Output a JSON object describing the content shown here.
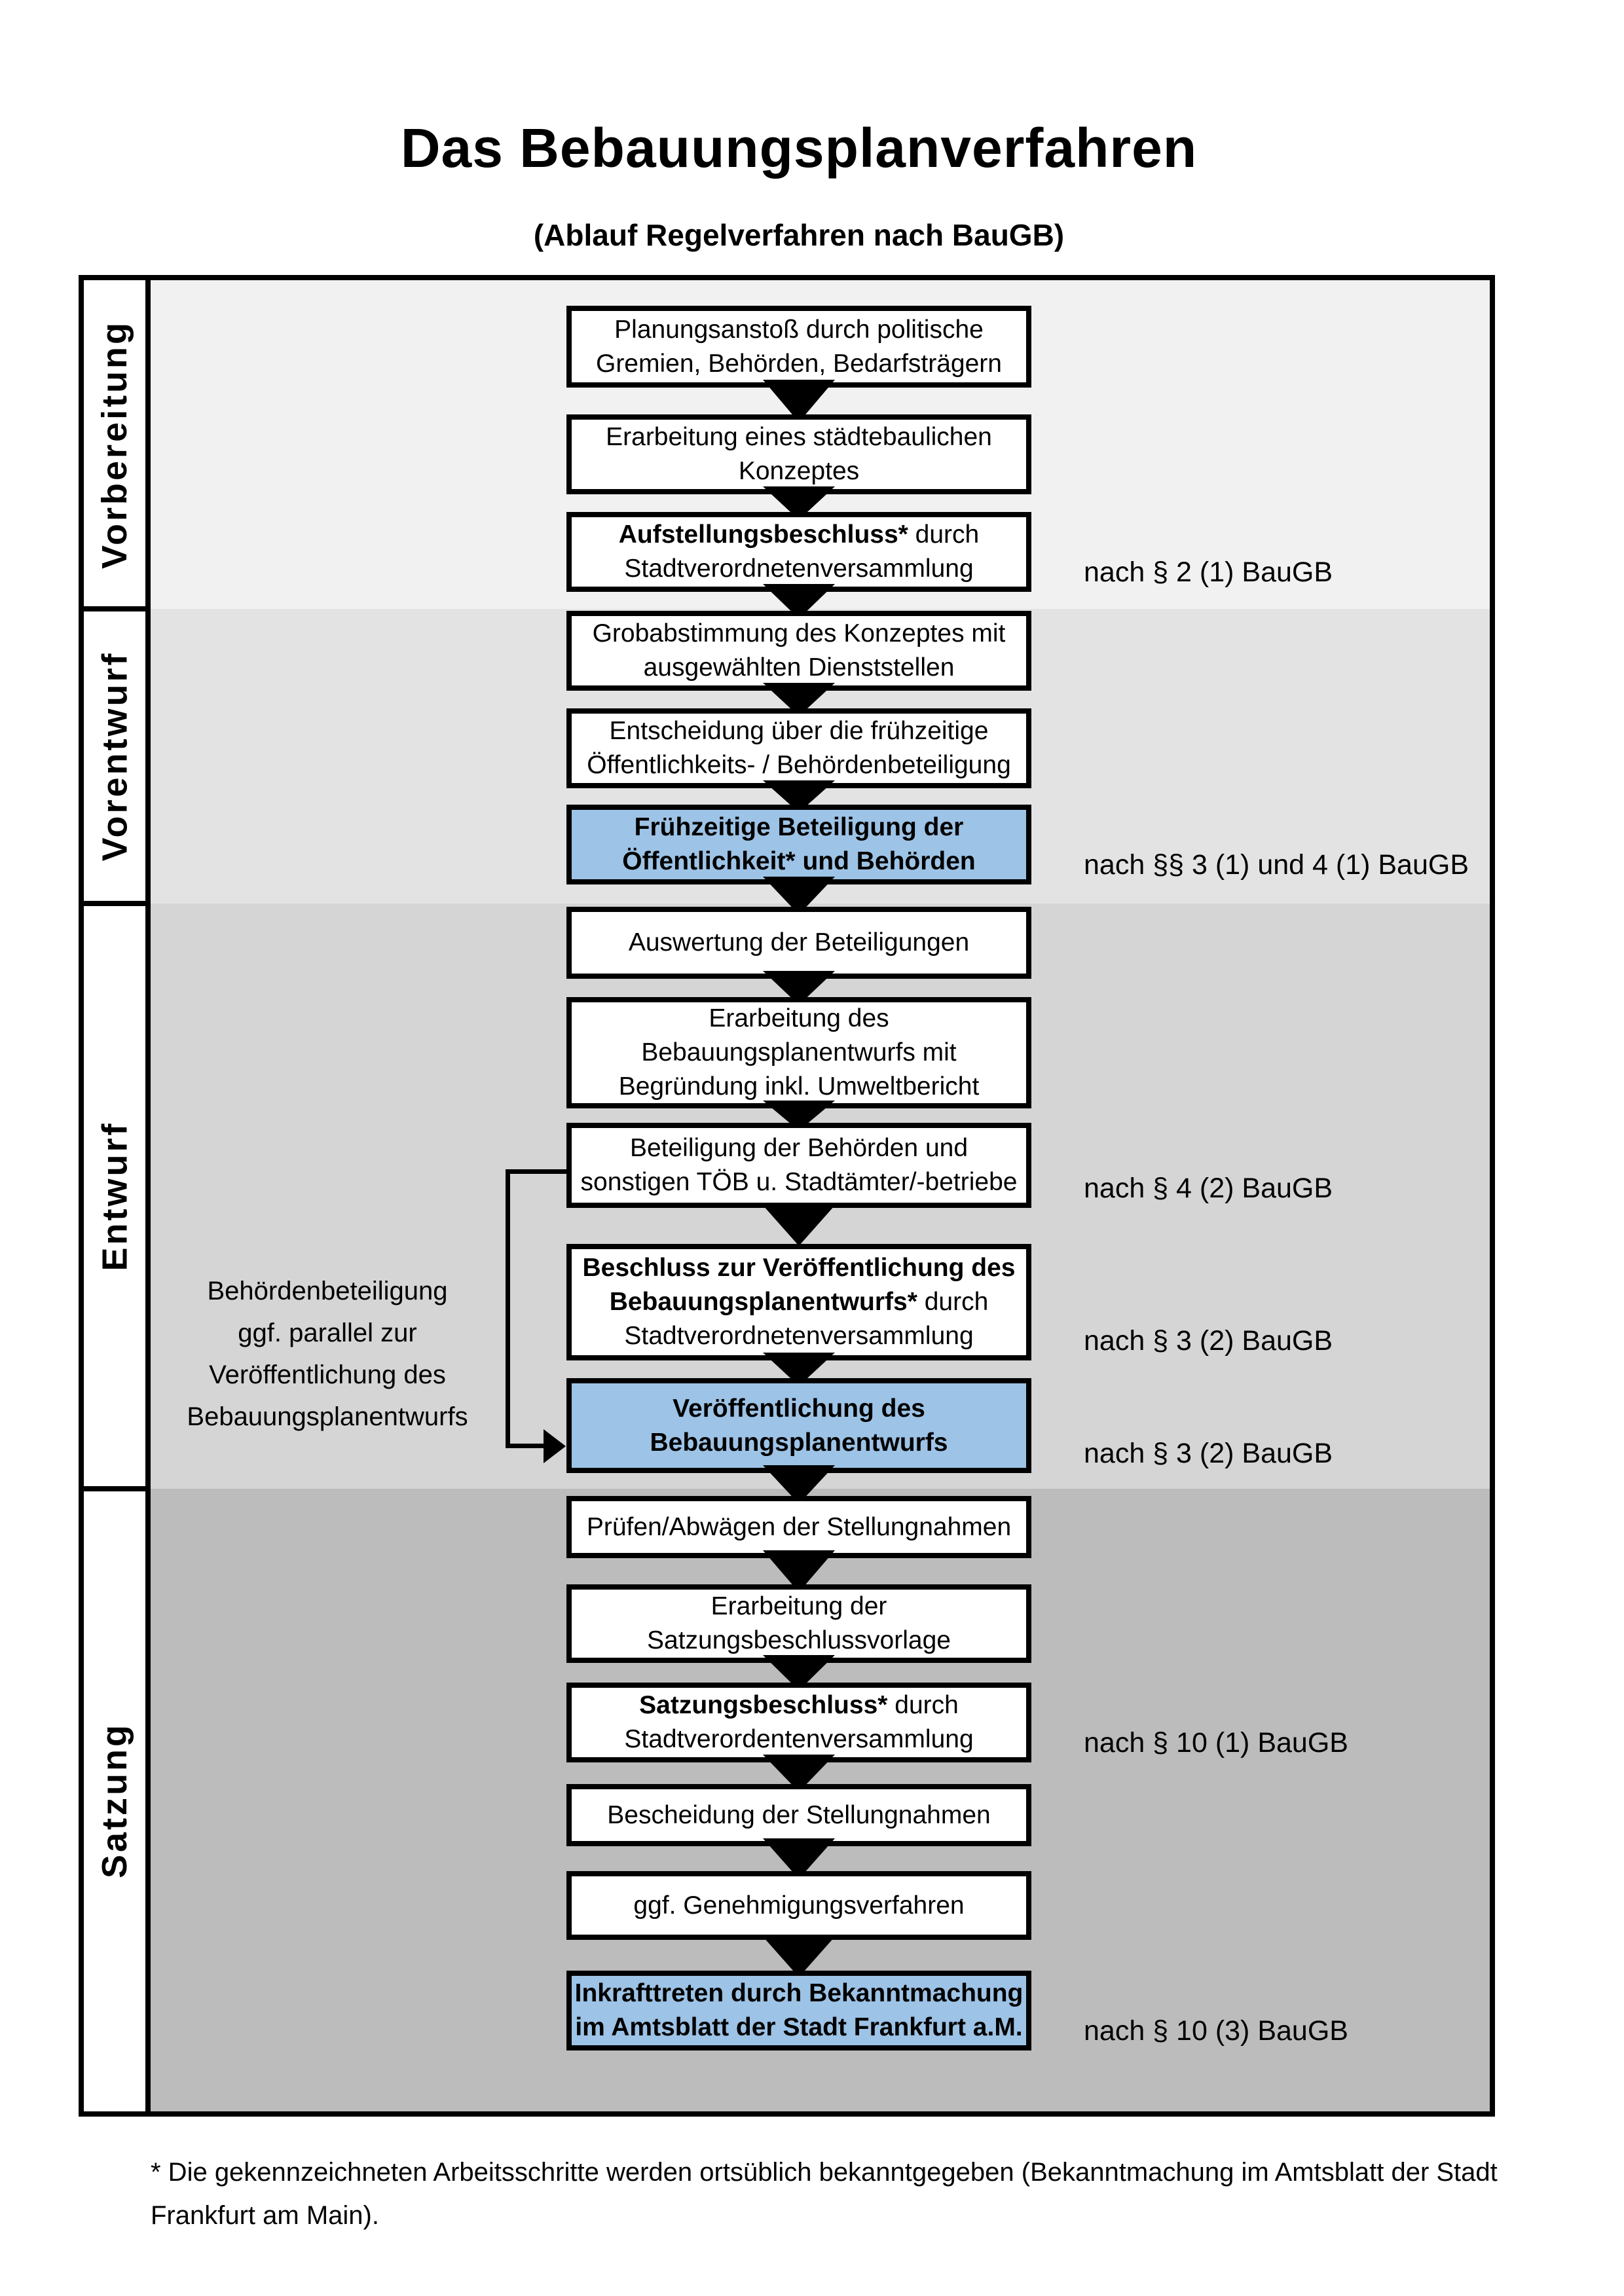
{
  "title": "Das Bebauungsplanverfahren",
  "subtitle": "(Ablauf Regelverfahren nach BauGB)",
  "phases": [
    {
      "label": "Vorbereitung"
    },
    {
      "label": "Vorentwurf"
    },
    {
      "label": "Entwurf"
    },
    {
      "label": "Satzung"
    }
  ],
  "flow": {
    "boxes": [
      {
        "lines": [
          {
            "b": "",
            "r": "Planungsanstoß durch politische"
          },
          {
            "b": "",
            "r": "Gremien, Behörden, Bedarfsträgern"
          }
        ]
      },
      {
        "lines": [
          {
            "b": "",
            "r": "Erarbeitung eines städtebaulichen"
          },
          {
            "b": "",
            "r": "Konzeptes"
          }
        ]
      },
      {
        "lines": [
          {
            "b": "Aufstellungsbeschluss*",
            "r": " durch"
          },
          {
            "b": "",
            "r": "Stadtverordnetenversammlung"
          }
        ]
      },
      {
        "lines": [
          {
            "b": "",
            "r": "Grobabstimmung des Konzeptes mit"
          },
          {
            "b": "",
            "r": "ausgewählten Dienststellen"
          }
        ]
      },
      {
        "lines": [
          {
            "b": "",
            "r": "Entscheidung über die frühzeitige"
          },
          {
            "b": "",
            "r": "Öffentlichkeits- / Behördenbeteiligung"
          }
        ]
      },
      {
        "lines": [
          {
            "b": "Frühzeitige Beteiligung der",
            "r": ""
          },
          {
            "b": "Öffentlichkeit* und Behörden",
            "r": ""
          }
        ]
      },
      {
        "lines": [
          {
            "b": "",
            "r": "Auswertung der Beteiligungen"
          }
        ]
      },
      {
        "lines": [
          {
            "b": "",
            "r": "Erarbeitung des"
          },
          {
            "b": "",
            "r": "Bebauungsplanentwurfs mit"
          },
          {
            "b": "",
            "r": "Begründung inkl. Umweltbericht"
          }
        ]
      },
      {
        "lines": [
          {
            "b": "",
            "r": "Beteiligung der Behörden und"
          },
          {
            "b": "",
            "r": "sonstigen TÖB u. Stadtämter/-betriebe"
          }
        ]
      },
      {
        "lines": [
          {
            "b": "Beschluss zur Veröffentlichung des",
            "r": ""
          },
          {
            "b": "Bebauungsplanentwurfs*",
            "r": " durch"
          },
          {
            "b": "",
            "r": "Stadtverordnetenversammlung"
          }
        ]
      },
      {
        "lines": [
          {
            "b": "Veröffentlichung des",
            "r": ""
          },
          {
            "b": "Bebauungsplanentwurfs",
            "r": ""
          }
        ]
      },
      {
        "lines": [
          {
            "b": "",
            "r": "Prüfen/Abwägen der Stellungnahmen"
          }
        ]
      },
      {
        "lines": [
          {
            "b": "",
            "r": "Erarbeitung der"
          },
          {
            "b": "",
            "r": "Satzungsbeschlussvorlage"
          }
        ]
      },
      {
        "lines": [
          {
            "b": "Satzungsbeschluss*",
            "r": " durch"
          },
          {
            "b": "",
            "r": "Stadtverordentenversammlung"
          }
        ]
      },
      {
        "lines": [
          {
            "b": "",
            "r": "Bescheidung der Stellungnahmen"
          }
        ]
      },
      {
        "lines": [
          {
            "b": "",
            "r": "ggf. Genehmigungsverfahren"
          }
        ]
      },
      {
        "lines": [
          {
            "b": "Inkrafttreten",
            "r": " durch Bekanntmachung"
          },
          {
            "b": "",
            "r": "im Amtsblatt der Stadt Frankfurt a.M."
          }
        ]
      }
    ]
  },
  "references": [
    "nach § 2 (1) BauGB",
    "nach §§ 3 (1) und 4 (1) BauGB",
    "nach § 4 (2) BauGB",
    "nach § 3 (2) BauGB",
    "nach § 3 (2) BauGB",
    "nach § 10 (1) BauGB",
    "nach § 10 (3) BauGB"
  ],
  "side_note": "Behördenbeteiligung\nggf. parallel zur\nVeröffentlichung des\nBebauungsplanentwurfs",
  "footnote": {
    "text": "* Die gekennzeichneten Arbeitsschritte werden ortsüblich bekanntgegeben (Bekanntmachung im Amtsblatt  der Stadt\nFrankfurt am Main)."
  },
  "colors": {
    "highlight_box": "#9dc3e6",
    "band_vorbereitung": "#f1f1f1",
    "band_vorentwurf": "#e3e3e3",
    "band_entwurf": "#d5d5d5",
    "band_satzung": "#bcbcbc",
    "box_border": "#000000",
    "text": "#000000"
  }
}
